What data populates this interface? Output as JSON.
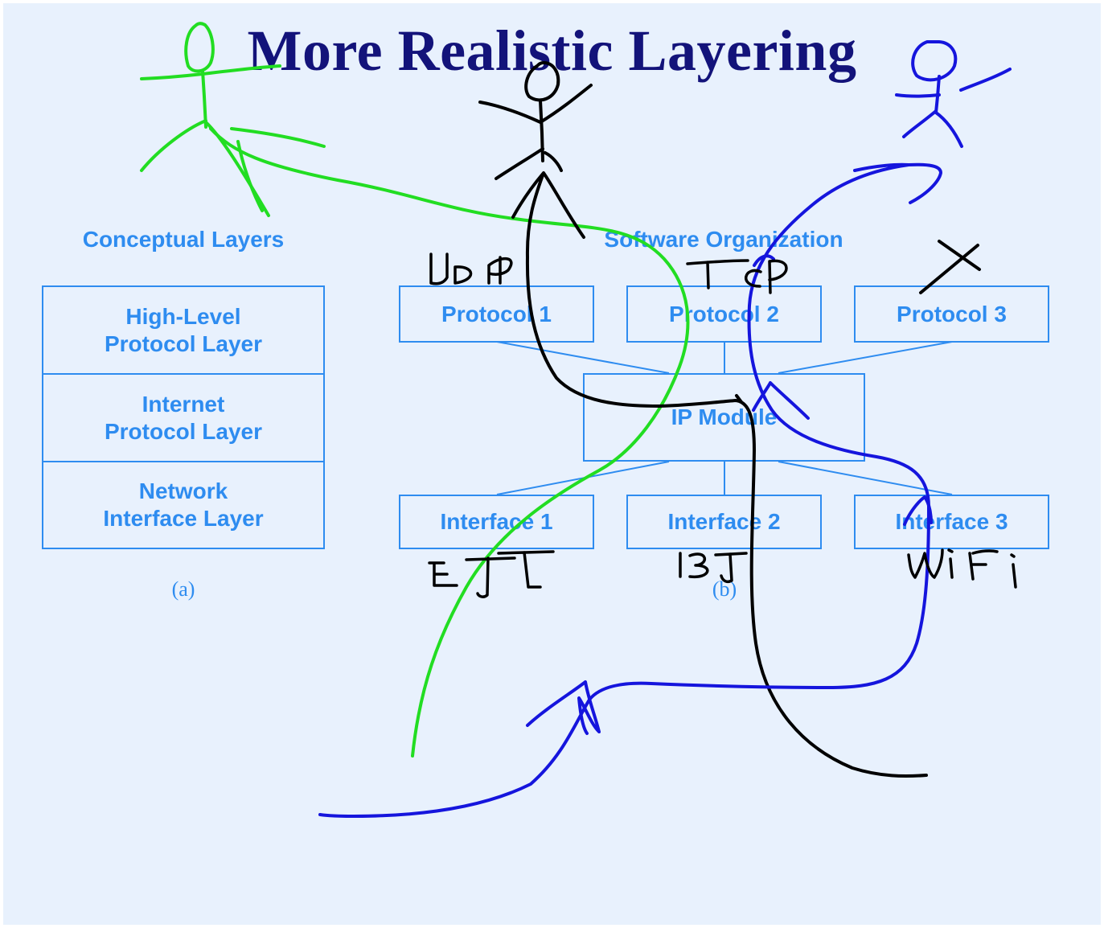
{
  "title": "More Realistic Layering",
  "left": {
    "heading": "Conceptual Layers",
    "layers": [
      {
        "line1": "High-Level",
        "line2": "Protocol Layer"
      },
      {
        "line1": "Internet",
        "line2": "Protocol Layer"
      },
      {
        "line1": "Network",
        "line2": "Interface Layer"
      }
    ],
    "caption": "(a)"
  },
  "right": {
    "heading": "Software Organization",
    "protocols": [
      "Protocol 1",
      "Protocol 2",
      "Protocol 3"
    ],
    "ip_module": "IP Module",
    "interfaces": [
      "Interface 1",
      "Interface 2",
      "Interface 3"
    ],
    "caption": "(b)"
  },
  "annotations": {
    "udp": "UDP",
    "tcp": "TCP",
    "eth": "ETH",
    "bt": "BT",
    "wifi": "WIFI",
    "ink_colors": {
      "green": "#22dd22",
      "black": "#000000",
      "blue": "#1515dd"
    }
  }
}
